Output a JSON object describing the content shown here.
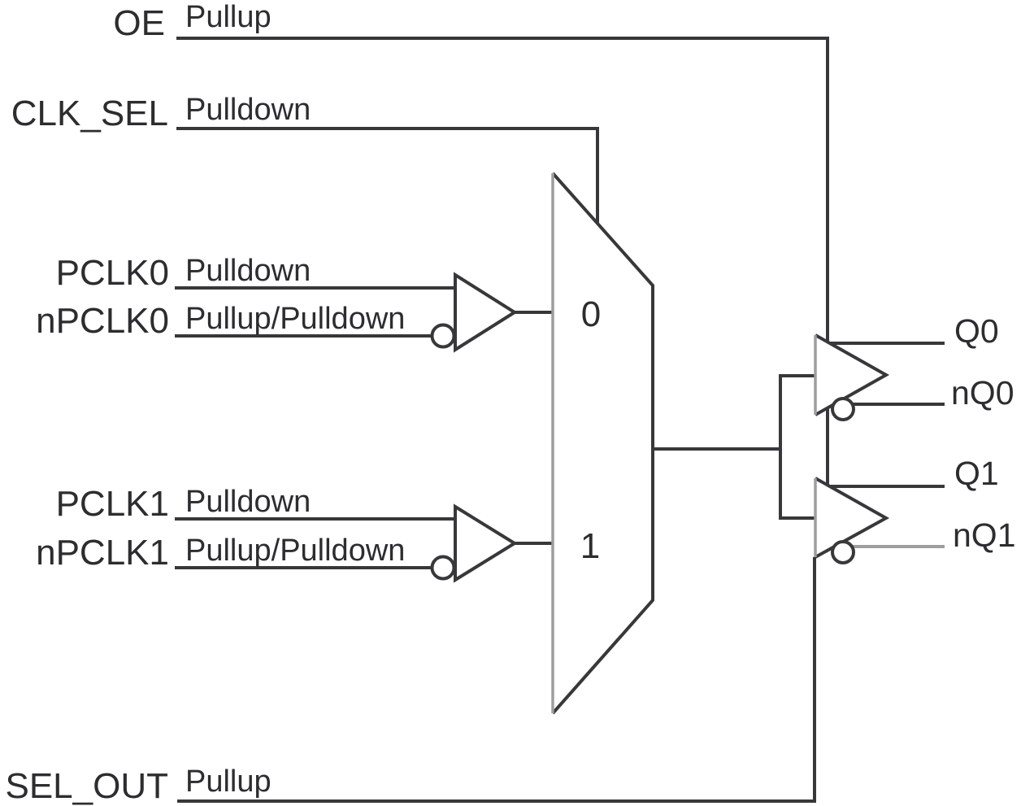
{
  "diagram": {
    "ports": [
      {
        "label": "OE",
        "pull": "Pullup"
      },
      {
        "label": "CLK_SEL",
        "pull": "Pulldown"
      },
      {
        "label": "PCLK0",
        "pull": "Pulldown"
      },
      {
        "label": "nPCLK0",
        "pull": "Pullup/Pulldown"
      },
      {
        "label": "PCLK1",
        "pull": "Pulldown"
      },
      {
        "label": "nPCLK1",
        "pull": "Pullup/Pulldown"
      },
      {
        "label": "SEL_OUT",
        "pull": "Pullup"
      }
    ],
    "mux": {
      "input0": "0",
      "input1": "1"
    },
    "outputs": [
      {
        "label": "Q0"
      },
      {
        "label": "nQ0"
      },
      {
        "label": "Q1"
      },
      {
        "label": "nQ1"
      }
    ],
    "colors": {
      "line": "#38383a",
      "gray_line": "#9e9e9e",
      "text": "#2d2d2f",
      "background": "#ffffff"
    }
  }
}
